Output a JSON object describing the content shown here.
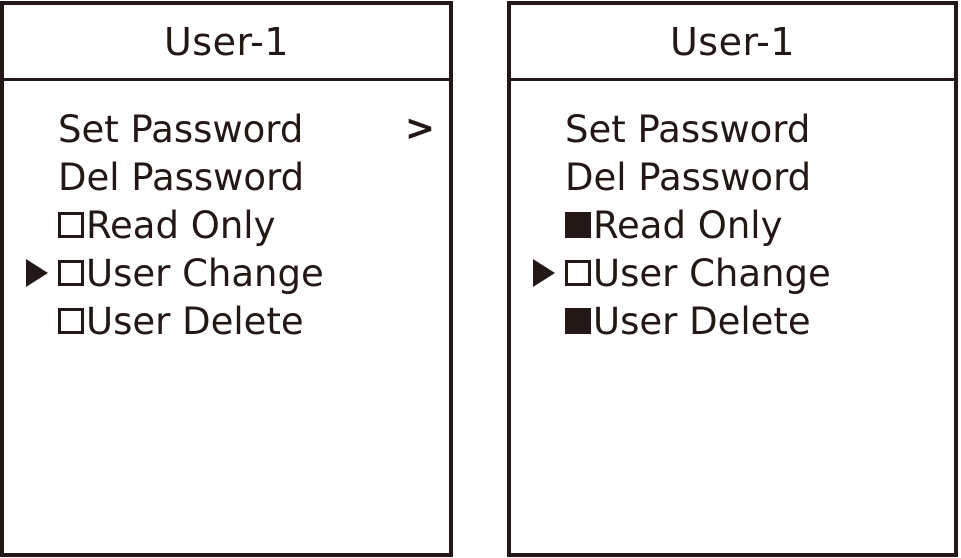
{
  "panels": [
    {
      "id": "left",
      "title": "User-1",
      "rows": [
        {
          "label": "Set Password",
          "box": "none",
          "pointer": false,
          "chevron": ">"
        },
        {
          "label": "Del Password",
          "box": "none",
          "pointer": false,
          "chevron": ""
        },
        {
          "label": "Read Only",
          "box": "empty",
          "pointer": false,
          "chevron": ""
        },
        {
          "label": "User Change",
          "box": "empty",
          "pointer": true,
          "chevron": ""
        },
        {
          "label": "User Delete",
          "box": "empty",
          "pointer": false,
          "chevron": ""
        }
      ]
    },
    {
      "id": "right",
      "title": "User-1",
      "rows": [
        {
          "label": "Set Password",
          "box": "none",
          "pointer": false,
          "chevron": ""
        },
        {
          "label": "Del Password",
          "box": "none",
          "pointer": false,
          "chevron": ""
        },
        {
          "label": "Read Only",
          "box": "checked",
          "pointer": false,
          "chevron": ""
        },
        {
          "label": "User Change",
          "box": "empty",
          "pointer": true,
          "chevron": ""
        },
        {
          "label": "User Delete",
          "box": "checked",
          "pointer": false,
          "chevron": ""
        }
      ]
    }
  ],
  "icons": {
    "pointer": "selection-triangle-icon",
    "chevron": "submenu-chevron-icon"
  },
  "colors": {
    "ink": "#231815",
    "background": "#ffffff"
  }
}
